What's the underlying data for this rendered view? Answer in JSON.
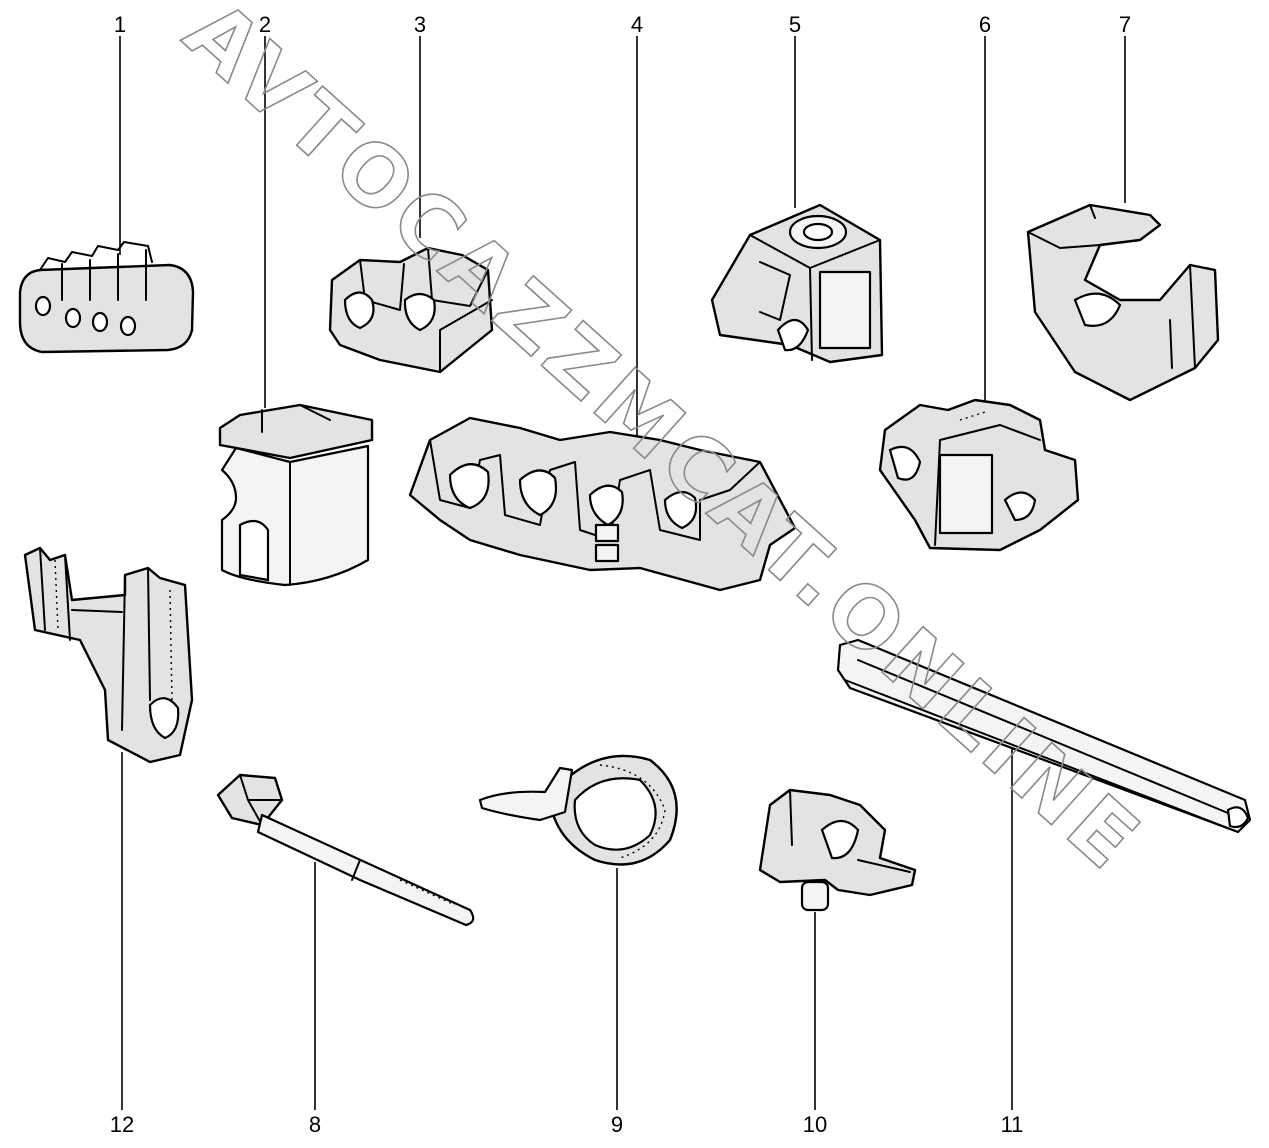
{
  "watermark": "AVTOCAZZMCAT.ONLINE",
  "labels": {
    "p1": "1",
    "p2": "2",
    "p3": "3",
    "p4": "4",
    "p5": "5",
    "p6": "6",
    "p7": "7",
    "p8": "8",
    "p9": "9",
    "p10": "10",
    "p11": "11",
    "p12": "12"
  }
}
